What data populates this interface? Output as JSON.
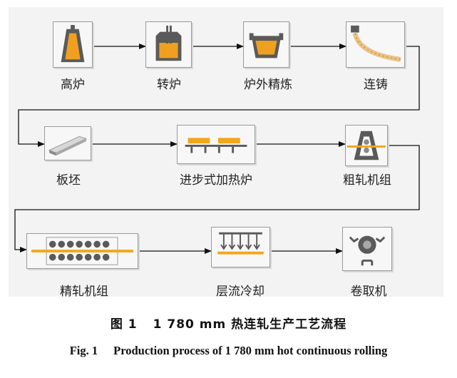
{
  "stages": [
    {
      "id": "blast-furnace",
      "label": "高炉",
      "icon": "blast-furnace-icon"
    },
    {
      "id": "converter",
      "label": "转炉",
      "icon": "converter-icon"
    },
    {
      "id": "secondary-refining",
      "label": "炉外精炼",
      "icon": "ladle-icon"
    },
    {
      "id": "continuous-casting",
      "label": "连铸",
      "icon": "caster-icon"
    },
    {
      "id": "slab",
      "label": "板坯",
      "icon": "slab-icon"
    },
    {
      "id": "reheating-furnace",
      "label": "进步式加热炉",
      "icon": "walking-beam-furnace-icon"
    },
    {
      "id": "roughing-mill",
      "label": "粗轧机组",
      "icon": "roughing-mill-icon"
    },
    {
      "id": "finishing-mill",
      "label": "精轧机组",
      "icon": "finishing-mill-icon"
    },
    {
      "id": "laminar-cooling",
      "label": "层流冷却",
      "icon": "cooling-icon"
    },
    {
      "id": "coiler",
      "label": "卷取机",
      "icon": "coiler-icon"
    }
  ],
  "caption": {
    "cn_label": "图 1",
    "cn_title": "1 780 mm 热连轧生产工艺流程",
    "en_label": "Fig. 1",
    "en_title": "Production process of 1 780 mm hot continuous rolling"
  },
  "colors": {
    "molten_steel": "#f0a020",
    "hot_steel": "#f3a61c",
    "icon_dark": "#5a5a5a",
    "box_border": "#9a9a9a",
    "panel": "#f3f3f3"
  }
}
